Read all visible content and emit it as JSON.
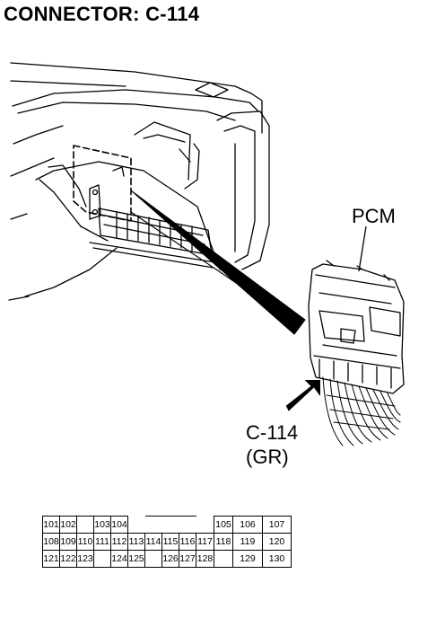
{
  "title": "CONNECTOR: C-114",
  "labels": {
    "pcm": "PCM",
    "connector_name": "C-114",
    "connector_color": "(GR)"
  },
  "connector_pins": [
    [
      "101",
      "102",
      "",
      "103",
      "104",
      "",
      "",
      "",
      "",
      "",
      "105",
      "106",
      "107"
    ],
    [
      "108",
      "109",
      "110",
      "111",
      "112",
      "113",
      "114",
      "115",
      "116",
      "117",
      "118",
      "119",
      "120"
    ],
    [
      "121",
      "122",
      "123",
      "",
      "124",
      "125",
      "",
      "126",
      "127",
      "128",
      "",
      "129",
      "130"
    ]
  ]
}
